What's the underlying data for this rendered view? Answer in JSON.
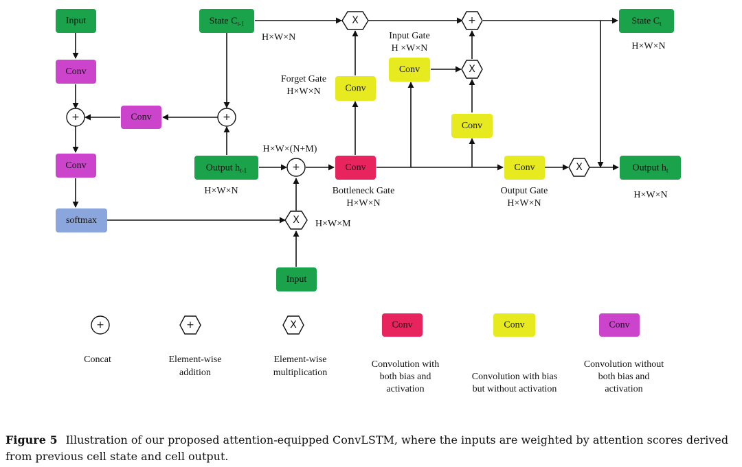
{
  "colors": {
    "green": "#1aa34a",
    "magenta": "#cc44cc",
    "pink": "#e8245f",
    "yellow": "#e6ea1e",
    "blue": "#8aa6dd"
  },
  "nodes": {
    "input_top": "Input",
    "conv_l1": "Conv",
    "conv_mid": "Conv",
    "conv_l2": "Conv",
    "softmax": "softmax",
    "state_prev": "State C",
    "state_prev_sub": "t-1",
    "output_prev": "Output h",
    "output_prev_sub": "t-1",
    "input_bottom": "Input",
    "bottleneck_conv": "Conv",
    "forget_conv": "Conv",
    "input_conv": "Conv",
    "cand_conv": "Conv",
    "output_conv": "Conv",
    "state_next": "State C",
    "state_next_sub": "t",
    "output_next": "Output h",
    "output_next_sub": "t"
  },
  "labels": {
    "state_prev_dim": "H×W×N",
    "output_prev_dim": "H×W×N",
    "concat_dim": "H×W×(N+M)",
    "mult_dim": "H×W×M",
    "forget_gate": "Forget Gate",
    "forget_dim": "H×W×N",
    "input_gate": "Input Gate",
    "input_dim": "H ×W×N",
    "bottleneck_gate": "Bottleneck Gate",
    "bottleneck_dim": "H×W×N",
    "output_gate": "Output Gate",
    "output_dim": "H×W×N",
    "state_next_dim": "H×W×N",
    "output_next_dim": "H×W×N"
  },
  "symbols": {
    "plus": "+",
    "times": "X"
  },
  "legend": {
    "concat": "Concat",
    "add_1": "Element-wise",
    "add_2": "addition",
    "mult_1": "Element-wise",
    "mult_2": "multiplication",
    "conv_pink": "Conv",
    "pink_1": "Convolution with",
    "pink_2": "both bias and",
    "pink_3": "activation",
    "conv_yellow": "Conv",
    "yellow_1": "Convolution with bias",
    "yellow_2": "but without activation",
    "conv_magenta": "Conv",
    "magenta_1": "Convolution without",
    "magenta_2": "both bias and",
    "magenta_3": "activation"
  },
  "caption": {
    "label": "Figure 5",
    "text": "Illustration of our proposed attention-equipped ConvLSTM, where the inputs are weighted by attention scores derived from previous cell state and cell output."
  }
}
